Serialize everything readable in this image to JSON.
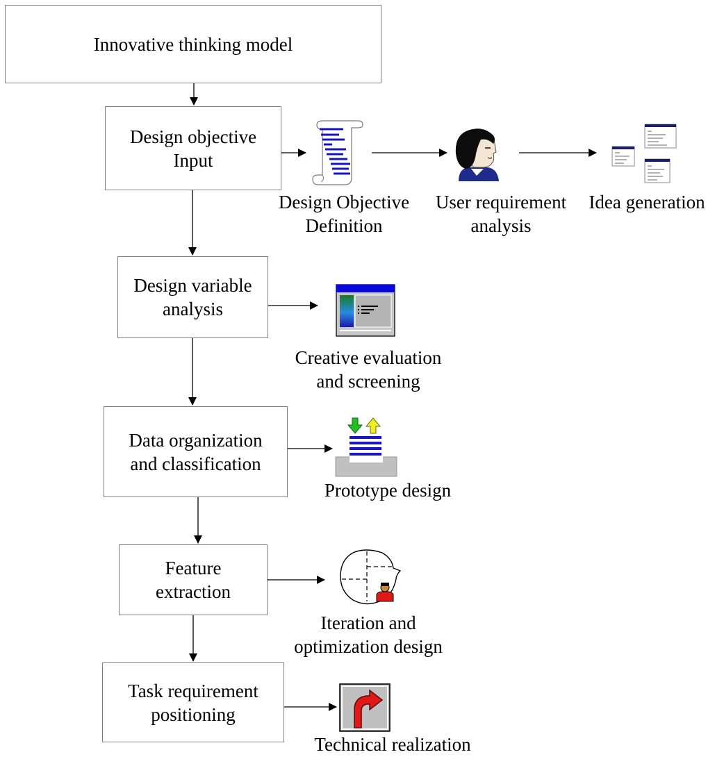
{
  "diagram": {
    "top_box": {
      "label": "Innovative thinking model"
    },
    "steps": [
      {
        "line1": "Design objective",
        "line2": "Input"
      },
      {
        "line1": "Design variable",
        "line2": "analysis"
      },
      {
        "line1": "Data organization",
        "line2": "and classification"
      },
      {
        "line1": "Feature",
        "line2": "extraction"
      },
      {
        "line1": "Task requirement",
        "line2": "positioning"
      }
    ],
    "outputs": {
      "design_objective_definition": {
        "line1": "Design Objective",
        "line2": "Definition",
        "icon": "scroll-document-icon"
      },
      "user_requirement_analysis": {
        "line1": "User requirement",
        "line2": "analysis",
        "icon": "user-head-icon"
      },
      "idea_generation": {
        "line1": "Idea generation",
        "icon": "linked-tables-icon"
      },
      "creative_evaluation": {
        "line1": "Creative evaluation",
        "line2": "and screening",
        "icon": "window-panel-icon"
      },
      "prototype_design": {
        "line1": "Prototype design",
        "icon": "stack-transfer-icon"
      },
      "iteration_optimization": {
        "line1": "Iteration and",
        "line2": "optimization design",
        "icon": "head-with-person-icon"
      },
      "technical_realization": {
        "line1": "Technical realization",
        "icon": "curved-arrow-button-icon"
      }
    }
  }
}
